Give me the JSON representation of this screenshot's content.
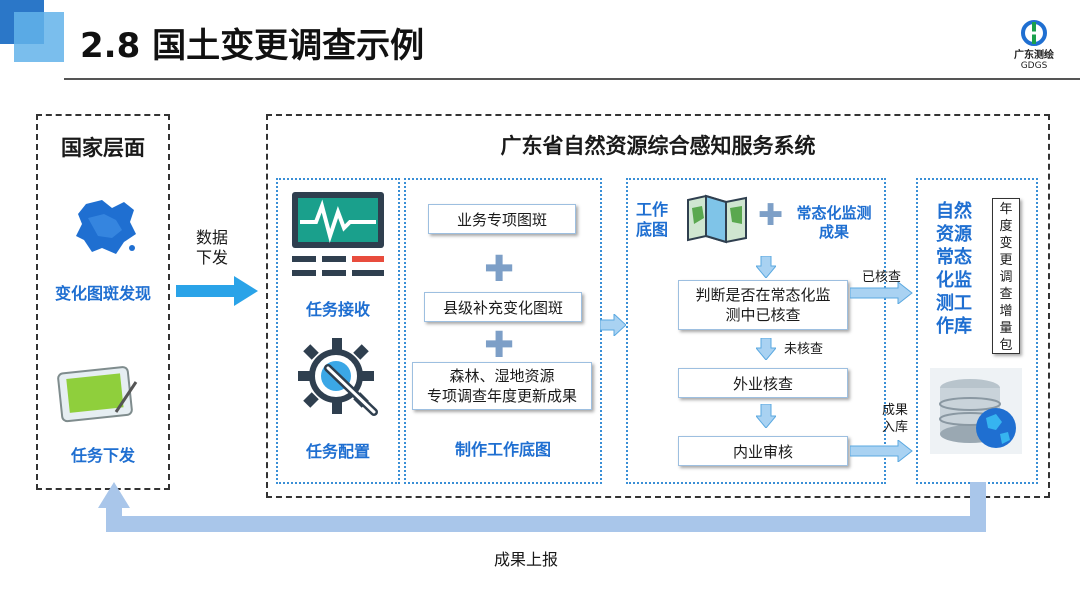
{
  "title": "2.8 国土变更调查示例",
  "logo": {
    "text": "广东测绘",
    "sub": "GDGS"
  },
  "national": {
    "heading": "国家层面",
    "item1": "变化图斑发现",
    "item2": "任务下发"
  },
  "arrow_label": {
    "line1": "数据",
    "line2": "下发"
  },
  "system": {
    "title": "广东省自然资源综合感知服务系统",
    "task_receive": "任务接收",
    "task_config": "任务配置",
    "base_col": {
      "box1": "业务专项图斑",
      "box2": "县级补充变化图斑",
      "box3_line1": "森林、湿地资源",
      "box3_line2": "专项调查年度更新成果",
      "footer": "制作工作底图"
    },
    "check_col": {
      "base_label_line1": "工作",
      "base_label_line2": "底图",
      "monitor_line1": "常态化监测",
      "monitor_line2": "成果",
      "judge_line1": "判断是否在常态化监",
      "judge_line2": "测中已核查",
      "unchecked": "未核查",
      "field": "外业核查",
      "internal": "内业审核",
      "checked": "已核查",
      "result_line1": "成果",
      "result_line2": "入库"
    },
    "db_col": {
      "title_lines": [
        "自然",
        "资源",
        "常态",
        "化监",
        "测工",
        "作库"
      ],
      "vertical": [
        "年",
        "度",
        "变",
        "更",
        "调",
        "查",
        "增",
        "量",
        "包"
      ]
    }
  },
  "bottom_label": "成果上报",
  "colors": {
    "accent": "#1f6fd1",
    "arrow": "#2aa3e8",
    "feedback": "#a9c6ea"
  }
}
